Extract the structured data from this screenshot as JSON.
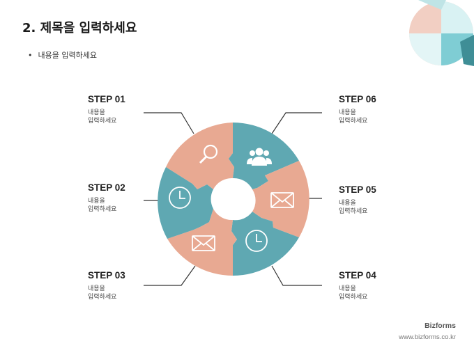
{
  "title": "2. 제목을 입력하세요",
  "bullet": "내용을 입력하세요",
  "colors": {
    "salmon": "#E8A992",
    "teal": "#5FA8B2",
    "line": "#333333"
  },
  "steps": [
    {
      "label": "STEP 01",
      "desc1": "내용을",
      "desc2": "입력하세요",
      "icon": "search-icon"
    },
    {
      "label": "STEP 02",
      "desc1": "내용을",
      "desc2": "입력하세요",
      "icon": "clock-icon"
    },
    {
      "label": "STEP 03",
      "desc1": "내용을",
      "desc2": "입력하세요",
      "icon": "mail-icon"
    },
    {
      "label": "STEP 04",
      "desc1": "내용을",
      "desc2": "입력하세요",
      "icon": "clock-icon"
    },
    {
      "label": "STEP 05",
      "desc1": "내용을",
      "desc2": "입력하세요",
      "icon": "mail-icon"
    },
    {
      "label": "STEP 06",
      "desc1": "내용을",
      "desc2": "입력하세요",
      "icon": "users-icon"
    }
  ],
  "footer": {
    "brand": "Bizforms",
    "url": "www.bizforms.co.kr"
  }
}
